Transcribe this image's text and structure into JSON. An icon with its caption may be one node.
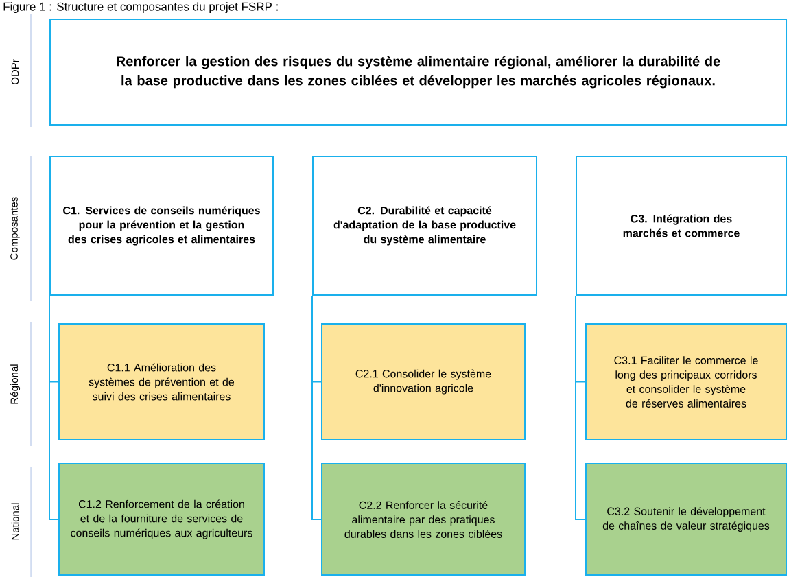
{
  "diagram": {
    "title": "Figure 1 : Structure et composantes du projet FSRP :",
    "nodes": [
      {
        "text": [
          "Renforcer la gestion des risques du système alimentaire régional, améliorer la durabilité de la base productive dans les zones ciblées et développer les marchés agricoles régionaux."
        ]
      },
      {
        "text": [
          "C1. Services de conseils numériques pour la prévention et la gestion des crises agricoles et alimentaires"
        ]
      },
      {
        "text": [
          "C2. Durabilité et capacité d'adaptation de la base productive du système alimentaire"
        ]
      },
      {
        "text": [
          "C3. Intégration des marchés et commerce"
        ]
      },
      {
        "text": [
          "C1.1 Amélioration des systèmes de prévention et de suivi des crises alimentaires"
        ]
      },
      {
        "text": [
          "C1.2 Renforcement de la création et de la fourniture de services de conseils numériques aux agriculteurs"
        ]
      },
      {
        "text": [
          "C2.1 Consolider le système d'innovation agricole"
        ]
      },
      {
        "text": [
          "C2.2 Renforcer la sécurité alimentaire par des pratiques durables dans les zones ciblées"
        ]
      },
      {
        "text": [
          "C3.1 Faciliter le commerce le long des principaux corridors et consolider le système de réserves alimentaires"
        ]
      },
      {
        "text": [
          "C3.2 Soutenir le développement de chaînes de valeur stratégiques"
        ]
      }
    ],
    "edges": [
      {
        "from": 1,
        "to": 4,
        "arrow": "none"
      },
      {
        "from": 1,
        "to": 5,
        "arrow": "none"
      },
      {
        "from": 2,
        "to": 6,
        "arrow": "none"
      },
      {
        "from": 2,
        "to": 7,
        "arrow": "none"
      },
      {
        "from": 3,
        "to": 8,
        "arrow": "none"
      },
      {
        "from": 3,
        "to": 9,
        "arrow": "none"
      }
    ],
    "labels": [
      "ODPr",
      "Composantes",
      "Régional",
      "National"
    ]
  }
}
